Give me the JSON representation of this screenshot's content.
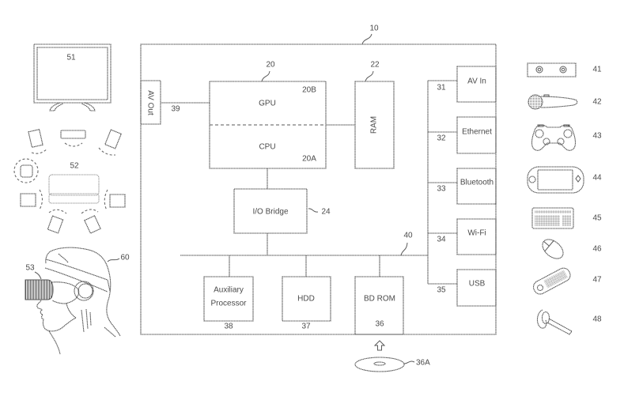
{
  "colors": {
    "line": "#575757",
    "text": "#4a4a4a",
    "background": "#ffffff"
  },
  "figure": {
    "system": {
      "ref": "10"
    },
    "av_out": {
      "label": "AV Out",
      "ref": "39"
    },
    "processor": {
      "ref": "20",
      "gpu_label": "GPU",
      "gpu_ref": "20B",
      "cpu_label": "CPU",
      "cpu_ref": "20A"
    },
    "ram": {
      "label": "RAM",
      "ref": "22"
    },
    "io_bridge": {
      "label": "I/O Bridge",
      "ref": "24"
    },
    "bus": {
      "ref": "40"
    },
    "storage": [
      {
        "label_lines": [
          "Auxiliary",
          "Processor"
        ],
        "ref": "38"
      },
      {
        "label": "HDD",
        "ref": "37"
      },
      {
        "label": "BD ROM",
        "ref": "36"
      }
    ],
    "disc": {
      "icon": "optical-disc-icon",
      "ref": "36A"
    },
    "ports": [
      {
        "label": "AV In",
        "ref": "31"
      },
      {
        "label": "Ethernet",
        "ref": "32"
      },
      {
        "label": "Bluetooth",
        "ref": "33"
      },
      {
        "label": "Wi-Fi",
        "ref": "34"
      },
      {
        "label": "USB",
        "ref": "35"
      }
    ],
    "peripherals": [
      {
        "icon": "stereo-camera-icon",
        "ref": "41"
      },
      {
        "icon": "motion-controller-icon",
        "ref": "42"
      },
      {
        "icon": "gamepad-icon",
        "ref": "43"
      },
      {
        "icon": "handheld-console-icon",
        "ref": "44"
      },
      {
        "icon": "keyboard-icon",
        "ref": "45"
      },
      {
        "icon": "mouse-icon",
        "ref": "46"
      },
      {
        "icon": "remote-control-icon",
        "ref": "47"
      },
      {
        "icon": "bluetooth-headset-icon",
        "ref": "48"
      }
    ],
    "environment": {
      "display": {
        "icon": "television-icon",
        "ref": "51"
      },
      "surround_sound": {
        "icon": "surround-speakers-icon",
        "ref": "52"
      },
      "hmd": {
        "icon": "head-mounted-display-icon",
        "ref": "53"
      },
      "user": {
        "icon": "user-head-icon",
        "ref": "60"
      }
    }
  }
}
